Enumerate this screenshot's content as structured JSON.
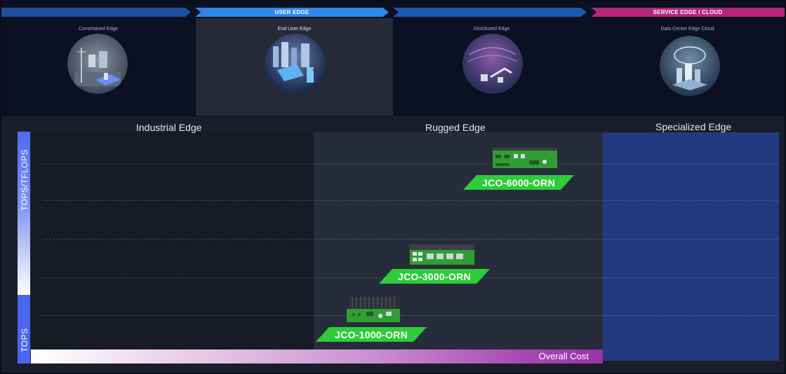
{
  "banner": {
    "arrows": [
      "",
      "USER EDGE",
      "",
      "SERVICE EDGE / CLOUD"
    ],
    "panels": [
      {
        "caption": "Constrained Edge"
      },
      {
        "caption": "End User Edge"
      },
      {
        "caption": "Distributed Edge"
      },
      {
        "caption": "Data Center Edge Cloud"
      }
    ]
  },
  "zones": [
    "Industrial Edge",
    "Rugged Edge",
    "Specialized Edge"
  ],
  "axes": {
    "y_top_label": "TOPS/TFLOPS",
    "y_bottom_label": "TOPS",
    "x_label": "Overall Cost"
  },
  "products": [
    {
      "name": "JCO-6000-ORN"
    },
    {
      "name": "JCO-3000-ORN"
    },
    {
      "name": "JCO-1000-ORN"
    }
  ],
  "colors": {
    "product_label": "#2ecb3a",
    "specialized_zone": "#243a80",
    "user_edge_arrow": "#2f86e8",
    "service_edge_arrow": "#b3267a"
  }
}
